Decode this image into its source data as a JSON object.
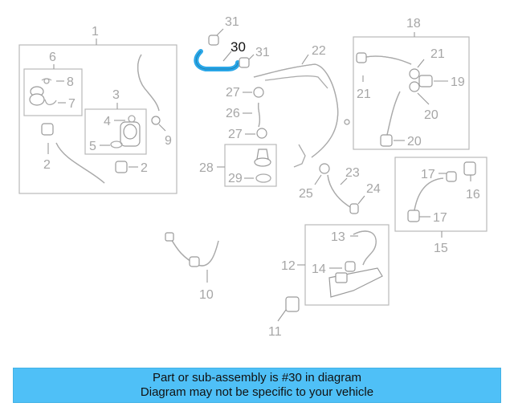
{
  "labels": {
    "l1": "1",
    "l2a": "2",
    "l2b": "2",
    "l3": "3",
    "l4": "4",
    "l5": "5",
    "l6": "6",
    "l7": "7",
    "l8": "8",
    "l9": "9",
    "l10": "10",
    "l11": "11",
    "l12": "12",
    "l13": "13",
    "l14": "14",
    "l15": "15",
    "l16": "16",
    "l17a": "17",
    "l17b": "17",
    "l18": "18",
    "l19": "19",
    "l20a": "20",
    "l20b": "20",
    "l21a": "21",
    "l21b": "21",
    "l22": "22",
    "l23": "23",
    "l24": "24",
    "l25": "25",
    "l26": "26",
    "l27a": "27",
    "l27b": "27",
    "l28": "28",
    "l29": "29",
    "l30": "30",
    "l31a": "31",
    "l31b": "31"
  },
  "highlight": {
    "part_number": "30",
    "color": "#2aa7e8"
  },
  "banner": {
    "line1": "Part or sub-assembly is #30 in diagram",
    "line2": "Diagram may not be specific to your vehicle",
    "color": "#4fc0f7"
  }
}
